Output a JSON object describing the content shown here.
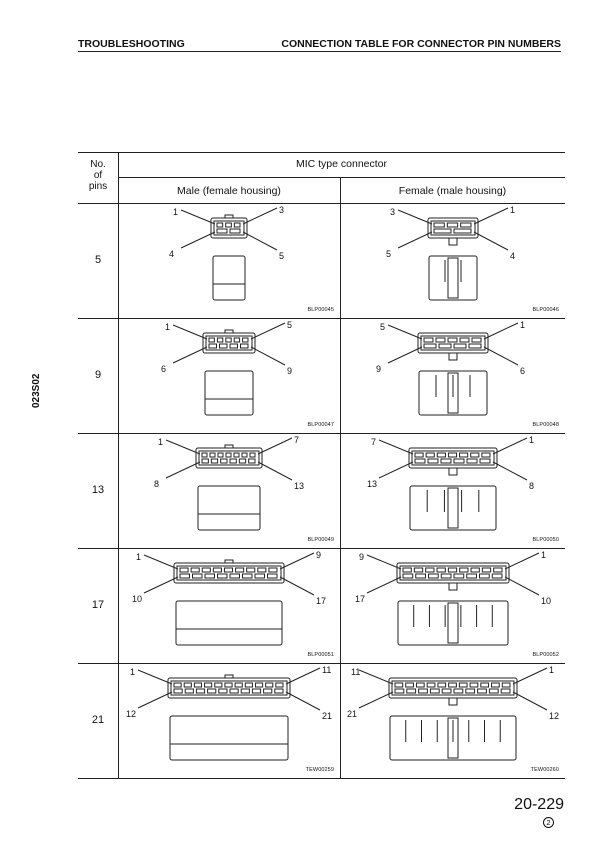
{
  "header": {
    "left": "TROUBLESHOOTING",
    "right": "CONNECTION TABLE FOR CONNECTOR PIN NUMBERS"
  },
  "side_code": "023S02",
  "table": {
    "col_no_1": "No.",
    "col_no_2": "of",
    "col_no_3": "pins",
    "group": "MIC type connector",
    "col_male": "Male (female housing)",
    "col_female": "Female (male housing)",
    "rows": [
      {
        "pins": "5",
        "male": {
          "tl": "1",
          "tr": "3",
          "bl": "4",
          "br": "5",
          "code": "BLP00045"
        },
        "female": {
          "tl": "3",
          "tr": "1",
          "bl": "5",
          "br": "4",
          "code": "BLP00046"
        }
      },
      {
        "pins": "9",
        "male": {
          "tl": "1",
          "tr": "5",
          "bl": "6",
          "br": "9",
          "code": "BLP00047"
        },
        "female": {
          "tl": "5",
          "tr": "1",
          "bl": "9",
          "br": "6",
          "code": "BLP00048"
        }
      },
      {
        "pins": "13",
        "male": {
          "tl": "1",
          "tr": "7",
          "bl": "8",
          "br": "13",
          "code": "BLP00049"
        },
        "female": {
          "tl": "7",
          "tr": "1",
          "bl": "13",
          "br": "8",
          "code": "BLP00050"
        }
      },
      {
        "pins": "17",
        "male": {
          "tl": "1",
          "tr": "9",
          "bl": "10",
          "br": "17",
          "code": "BLP00051"
        },
        "female": {
          "tl": "9",
          "tr": "1",
          "bl": "17",
          "br": "10",
          "code": "BLP00052"
        }
      },
      {
        "pins": "21",
        "male": {
          "tl": "1",
          "tr": "11",
          "bl": "12",
          "br": "21",
          "code": "TEW00259"
        },
        "female": {
          "tl": "11",
          "tr": "1",
          "bl": "21",
          "br": "12",
          "code": "TEW00260"
        }
      }
    ]
  },
  "footer": {
    "page_number": "20-229",
    "revision": "2"
  }
}
